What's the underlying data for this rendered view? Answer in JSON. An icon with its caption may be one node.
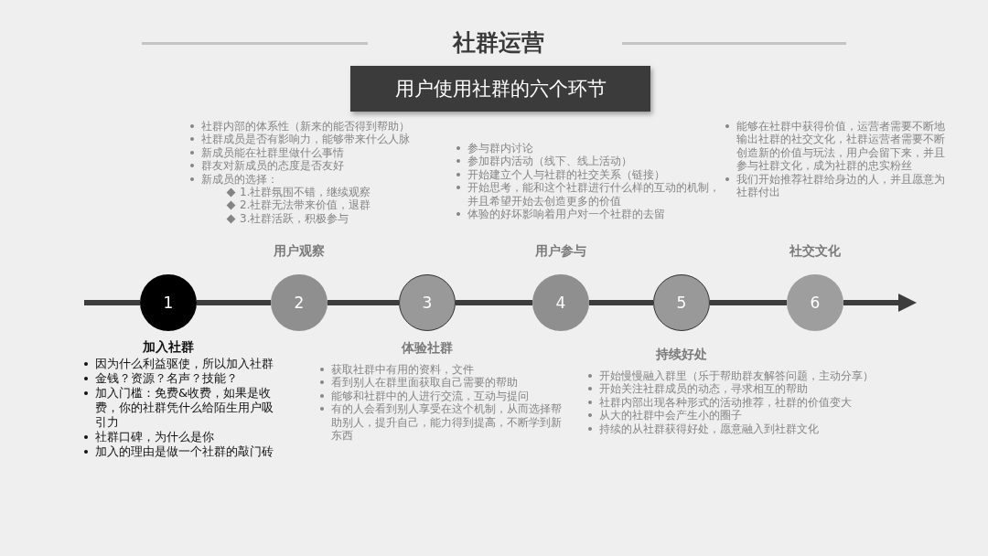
{
  "diagram": {
    "title": "社群运营",
    "nodes": [
      {
        "text": [
          "用户使用社群的六个环节"
        ]
      },
      {
        "text": [
          "1"
        ],
        "beside": [
          "加入社群",
          "因为什么利益驱使，所以加入社群",
          "金钱？资源？名声？技能？",
          "加入门槛：免费&收费，如果是收费，你的社群凭什么给陌生用户吸引力",
          "社群口碑，为什么是你",
          "加入的理由是做一个社群的敲门砖"
        ]
      },
      {
        "text": [
          "2"
        ],
        "beside": [
          "用户观察",
          "社群内部的体系性（新来的能否得到帮助）",
          "社群成员是否有影响力，能够带来什么人脉",
          "新成员能在社群里做什么事情",
          "群友对新成员的态度是否友好",
          "新成员的选择：",
          "1.社群氛围不错，继续观察",
          "2.社群无法带来价值，退群",
          "3.社群活跃，积极参与"
        ]
      },
      {
        "text": [
          "3"
        ],
        "beside": [
          "体验社群",
          "获取社群中有用的资料，文件",
          "看到别人在群里面获取自己需要的帮助",
          "能够和社群中的人进行交流，互动与提问",
          "有的人会看到别人享受在这个机制，从而选择帮助别人，提升自己，能力得到提高，不断学到新东西"
        ]
      },
      {
        "text": [
          "4"
        ],
        "beside": [
          "用户参与",
          "参与群内讨论",
          "参加群内活动（线下、线上活动）",
          "开始建立个人与社群的社交关系（链接）",
          "开始思考，能和这个社群进行什么样的互动的机制，并且希望开始去创造更多的价值",
          "体验的好坏影响着用户对一个社群的去留"
        ]
      },
      {
        "text": [
          "5"
        ],
        "beside": [
          "持续好处",
          "开始慢慢融入群里（乐于帮助群友解答问题，主动分享）",
          "开始关注社群成员的动态，寻求相互的帮助",
          "社群内部出现各种形式的活动推荐，社群的价值变大",
          "从大的社群中会产生小的圈子",
          "持续的从社群获得好处，愿意融入到社群文化"
        ]
      },
      {
        "text": [
          "6"
        ],
        "beside": [
          "社交文化",
          "能够在社群中获得价值，运营者需要不断地输出社群的社交文化，社群运营者需要不断创造新的价值与玩法，用户会留下来，并且参与社群文化，成为社群的忠实粉丝",
          "我们开始推荐社群给身边的人，并且愿意为社群付出"
        ]
      }
    ],
    "edges": [
      {
        "from": null,
        "to": 1,
        "arrow": "none"
      },
      {
        "from": 1,
        "to": 2,
        "arrow": "none"
      },
      {
        "from": 2,
        "to": 3,
        "arrow": "none"
      },
      {
        "from": 3,
        "to": 4,
        "arrow": "none"
      },
      {
        "from": 4,
        "to": 5,
        "arrow": "none"
      },
      {
        "from": 5,
        "to": 6,
        "arrow": "none"
      },
      {
        "from": 6,
        "to": null,
        "arrow": "to"
      }
    ]
  }
}
